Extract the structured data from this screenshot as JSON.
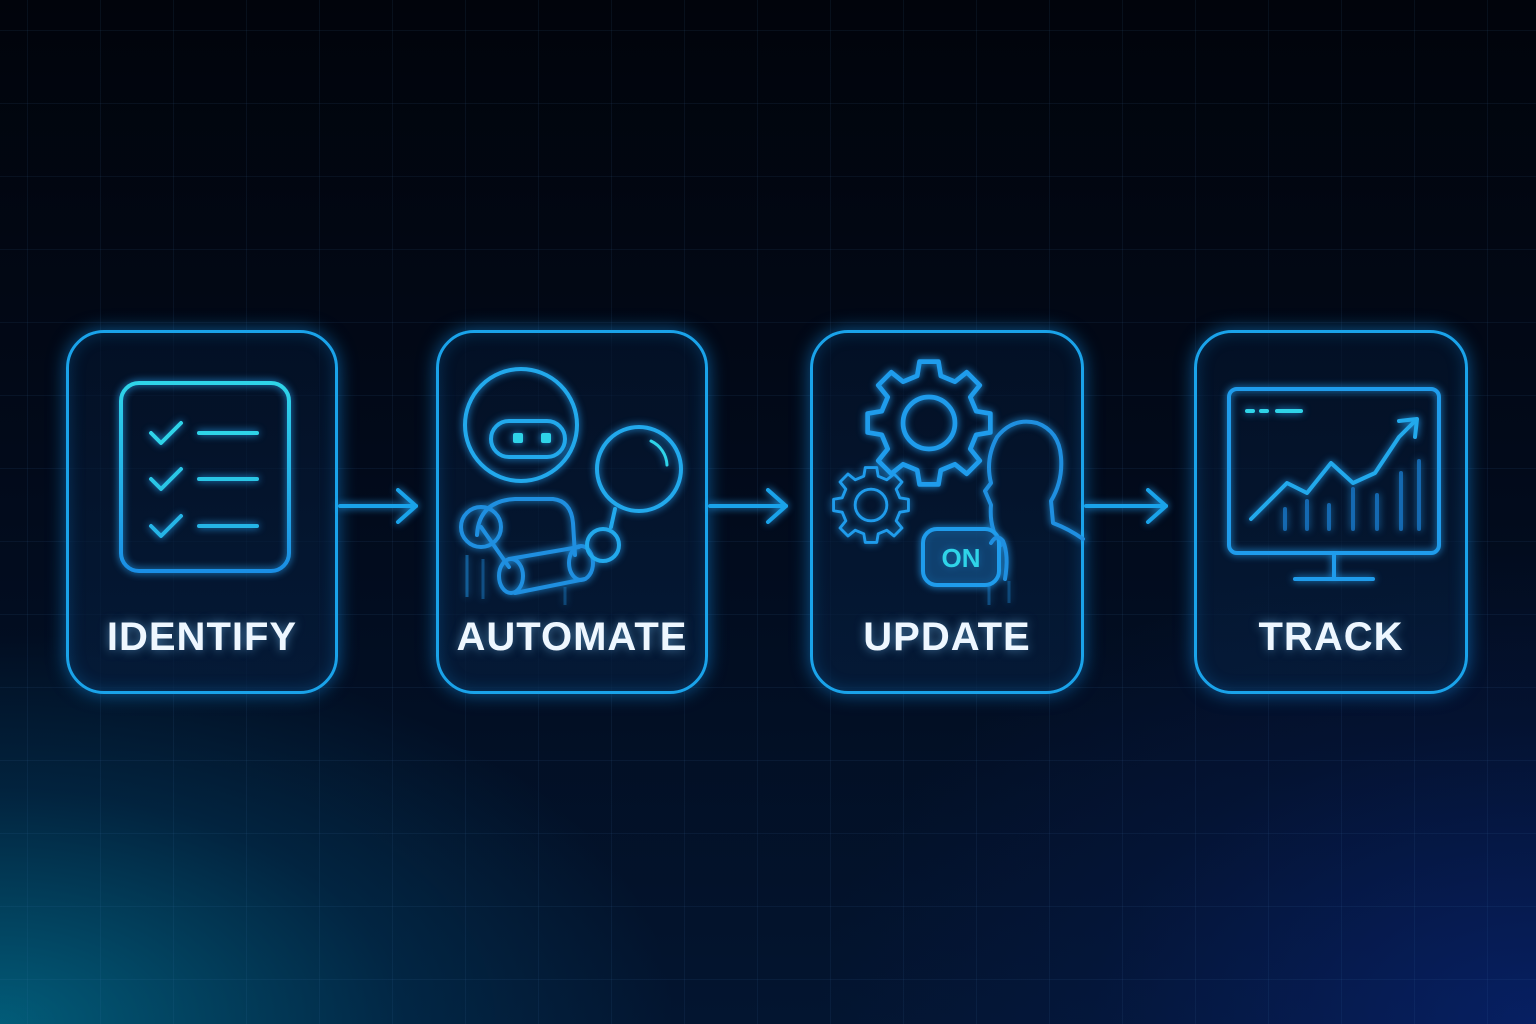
{
  "colors": {
    "accent": "#1aa3ea",
    "accent_cyan": "#2fd4e8",
    "label_text": "#eef7ff",
    "background_dark": "#01040b",
    "background_blue": "#031530"
  },
  "steps": [
    {
      "label": "IDENTIFY",
      "icon": "checklist-icon"
    },
    {
      "label": "AUTOMATE",
      "icon": "robot-arm-icon"
    },
    {
      "label": "UPDATE",
      "icon": "gears-person-icon",
      "badge": "ON"
    },
    {
      "label": "TRACK",
      "icon": "monitor-chart-icon"
    }
  ],
  "connectors": [
    {
      "from": "IDENTIFY",
      "to": "AUTOMATE",
      "icon": "arrow-right-icon"
    },
    {
      "from": "AUTOMATE",
      "to": "UPDATE",
      "icon": "arrow-right-icon"
    },
    {
      "from": "UPDATE",
      "to": "TRACK",
      "icon": "arrow-right-icon"
    }
  ]
}
